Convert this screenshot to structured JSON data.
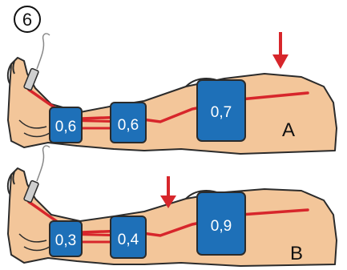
{
  "figure": {
    "step_number": "6",
    "panels": [
      {
        "label": "A",
        "cuffs": [
          {
            "position": "ankle",
            "value": "0,6"
          },
          {
            "position": "calf",
            "value": "0,6"
          },
          {
            "position": "thigh",
            "value": "0,7"
          }
        ]
      },
      {
        "label": "B",
        "cuffs": [
          {
            "position": "ankle",
            "value": "0,3"
          },
          {
            "position": "calf",
            "value": "0,4"
          },
          {
            "position": "thigh",
            "value": "0,9"
          }
        ]
      }
    ],
    "colors": {
      "skin": "#F3C69A",
      "outline": "#2B2B2B",
      "artery": "#D7262B",
      "cuff": "#1E70B8",
      "cuff_dark": "#15578F",
      "arrow": "#D7262B",
      "probe": "#CFCFCF"
    }
  }
}
